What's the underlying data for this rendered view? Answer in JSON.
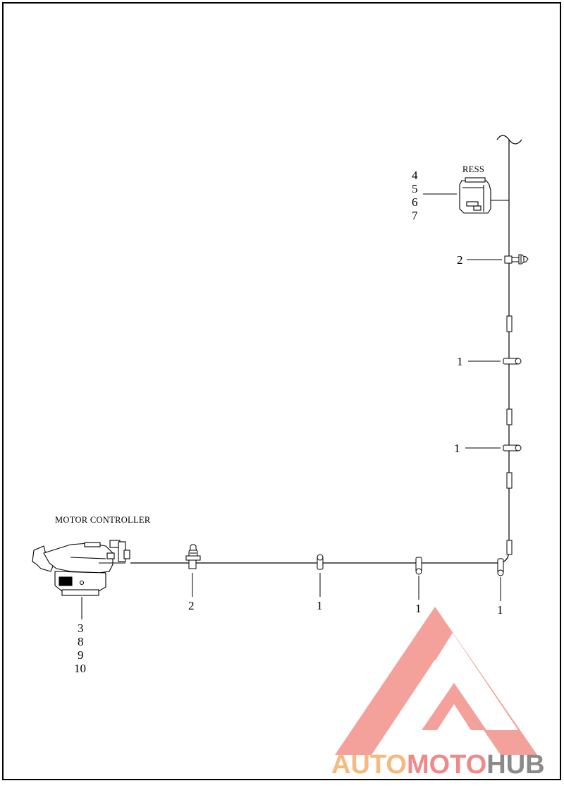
{
  "diagram": {
    "labels": {
      "ress": "RESS",
      "motor_controller": "MOTOR CONTROLLER"
    },
    "callouts": {
      "ress_group": [
        "4",
        "5",
        "6",
        "7"
      ],
      "clip_upper": "2",
      "clip_mid_1": "1",
      "clip_mid_2": "1",
      "clip_lower": "2",
      "clip_bottom_1": "1",
      "clip_bottom_2": "1",
      "clip_bottom_3": "1",
      "controller_group": [
        "3",
        "8",
        "9",
        "10"
      ]
    }
  },
  "watermark": {
    "part1": "AUTO",
    "part2": "MOTO",
    "part3": "HUB",
    "colors": {
      "orange": "#f6b97f",
      "red": "#f08a8a",
      "gray": "#8a8a8a",
      "logo": "#f4a19b"
    }
  }
}
